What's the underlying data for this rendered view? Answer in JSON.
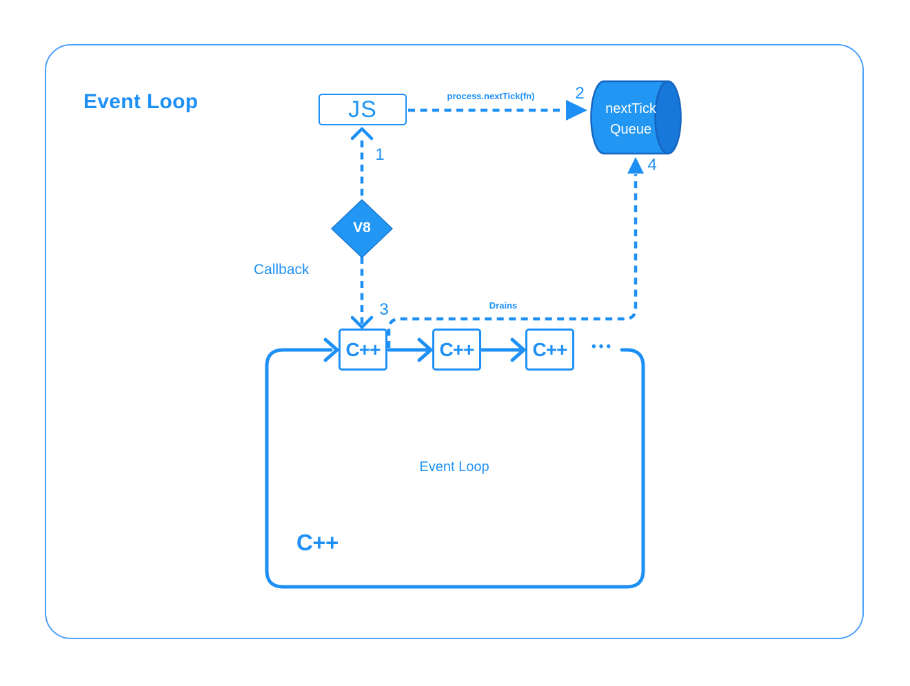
{
  "title": "Event Loop",
  "colors": {
    "accent": "#1e90f5",
    "shape_fill": "#2196f3",
    "shape_fill_dark": "#1778d9",
    "shape_outline": "#1565c0",
    "frame_border": "#4aa0fb",
    "text_on_fill": "#ffffff"
  },
  "js_box": {
    "label": "JS"
  },
  "v8_diamond": {
    "label": "V8"
  },
  "next_tick_queue": {
    "label_line1": "nextTick",
    "label_line2": "Queue"
  },
  "cpp_chain": {
    "boxes": [
      "C++",
      "C++",
      "C++"
    ],
    "ellipsis": "•••"
  },
  "event_loop_box": {
    "label": "Event Loop",
    "language_label": "C++"
  },
  "edge_labels": {
    "step_1": "1",
    "step_2": "2",
    "step_3": "3",
    "step_4": "4",
    "process_next_tick": "process.nextTick(fn)",
    "drains": "Drains",
    "callback": "Callback"
  }
}
